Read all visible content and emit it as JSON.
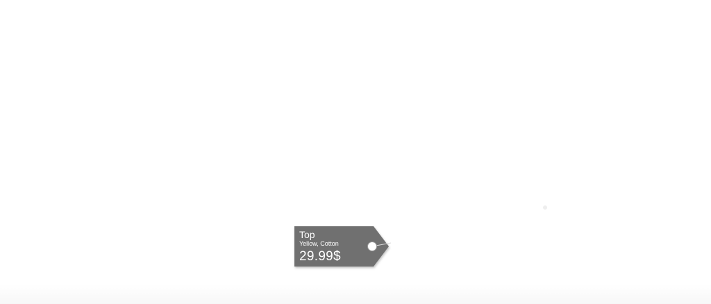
{
  "product_tag": {
    "name": "Top",
    "details": "Yellow, Cotton",
    "price": "29.99$",
    "tag_color": "#6f6f6f",
    "text_color": "#ffffff",
    "icons": {
      "hole": "tag-hole-icon",
      "string": "tag-string-icon"
    }
  }
}
